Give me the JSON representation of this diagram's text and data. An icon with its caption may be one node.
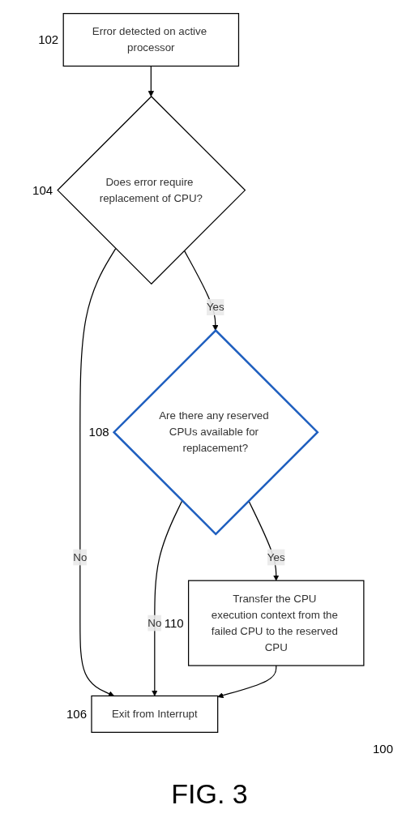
{
  "diagram": {
    "caption": "FIG. 3",
    "nodes": [
      {
        "text": [
          "Error detected on active processor"
        ],
        "beside": [
          "102"
        ]
      },
      {
        "text": [
          "Does error require replacement of CPU?"
        ],
        "beside": [
          "104"
        ]
      },
      {
        "text": [
          "Are there any reserved CPUs available for replacement?"
        ],
        "beside": [
          "108"
        ]
      },
      {
        "text": [
          "Transfer the CPU execution context from the failed CPU to the reserved CPU"
        ],
        "beside": [
          "110"
        ]
      },
      {
        "text": [
          "Exit from Interrupt"
        ],
        "beside": [
          "106"
        ]
      }
    ],
    "edges": [
      {
        "from": 0,
        "to": 1,
        "arrow": "to"
      },
      {
        "from": 1,
        "to": 2,
        "label": "Yes",
        "arrow": "to"
      },
      {
        "from": 1,
        "to": 4,
        "label": "No",
        "arrow": "to"
      },
      {
        "from": 2,
        "to": 3,
        "label": "Yes",
        "arrow": "to"
      },
      {
        "from": 2,
        "to": 4,
        "label": "No",
        "arrow": "to"
      },
      {
        "from": 3,
        "to": 4,
        "arrow": "to"
      }
    ],
    "labels": [
      "100"
    ]
  }
}
